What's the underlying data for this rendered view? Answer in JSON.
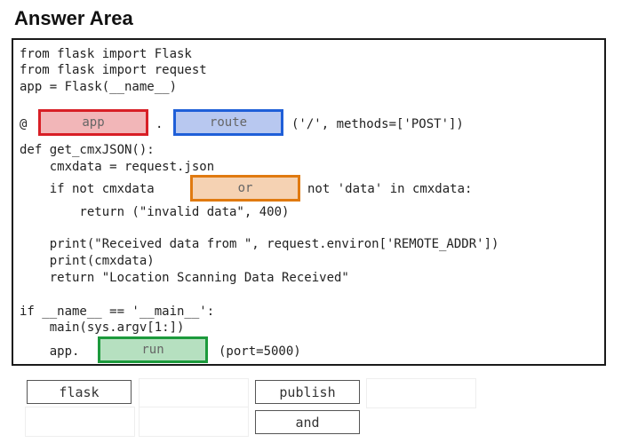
{
  "header": {
    "title": "Answer Area"
  },
  "code": {
    "line1": "from flask import Flask",
    "line2": "from flask import request",
    "line3": "app = Flask(__name__)",
    "decorator_at": "@",
    "decorator_dot": ".",
    "decorator_args": "('/', methods=['POST'])",
    "def_line": "def get_cmxJSON():",
    "cmx_line": "    cmxdata = request.json",
    "if_start": "    if not cmxdata",
    "if_end": "not 'data' in cmxdata:",
    "return_invalid": "        return (\"invalid data\", 400)",
    "print_received": "    print(\"Received data from \", request.environ['REMOTE_ADDR'])",
    "print_cmx": "    print(cmxdata)",
    "return_location": "    return \"Location Scanning Data Received\"",
    "main_if": "if __name__ == '__main__':",
    "main_call": "    main(sys.argv[1:])",
    "app_prefix": "    app.",
    "app_suffix": "(port=5000)"
  },
  "slots": {
    "slot1": "app",
    "slot2": "route",
    "slot3": "or",
    "slot4": "run"
  },
  "options": {
    "flask": "flask",
    "publish": "publish",
    "and": "and"
  },
  "colors": {
    "slot1": "#d81f26",
    "slot2": "#1f5fd8",
    "slot3": "#e07a10",
    "slot4": "#1c9a3c"
  }
}
